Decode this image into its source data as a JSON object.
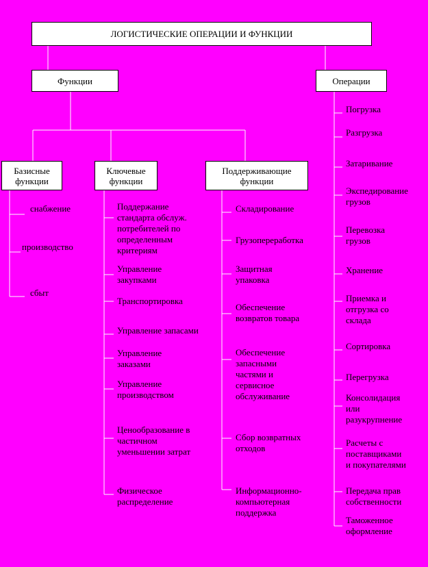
{
  "title": "ЛОГИСТИЧЕСКИЕ ОПЕРАЦИИ И ФУНКЦИИ",
  "functions": {
    "label": "Функции",
    "basic": {
      "label": "Базисные\nфункции",
      "items": [
        "снабжение",
        "производство",
        "сбыт"
      ]
    },
    "key": {
      "label": "Ключевые\nфункции",
      "items": [
        "Поддержание\nстандарта обслуж.\nпотребителей по\nопределенным\nкритериям",
        "Управление\nзакупками",
        "Транспортировка",
        "Управление запасами",
        "Управление\nзаказами",
        "Управление\nпроизводством",
        "Ценообразование в\nчастичном\nуменьшении затрат",
        "Физическое\nраспределение"
      ]
    },
    "supporting": {
      "label": "Поддерживающие\nфункции",
      "items": [
        "Складирование",
        "Грузопереработка",
        "Защитная\nупаковка",
        "Обеспечение\nвозвратов товара",
        "Обеспечение\nзапасными\nчастями и\nсервисное\nобслуживание",
        "Сбор возвратных\nотходов",
        "Информационно-\nкомпьютерная\nподдержка"
      ]
    }
  },
  "operations": {
    "label": "Операции",
    "items": [
      "Погрузка",
      "Разгрузка",
      "Затаривание",
      "Экспедирование\nгрузов",
      "Перевозка\nгрузов",
      "Хранение",
      "Приемка и\nотгрузка со\nсклада",
      "Сортировка",
      "Перегрузка",
      "Консолидация\nили\nразукрупнение",
      "Расчеты с\nпоставщиками\nи покупателями",
      "Передача прав\nсобственности",
      "Таможенное\nоформление"
    ]
  }
}
